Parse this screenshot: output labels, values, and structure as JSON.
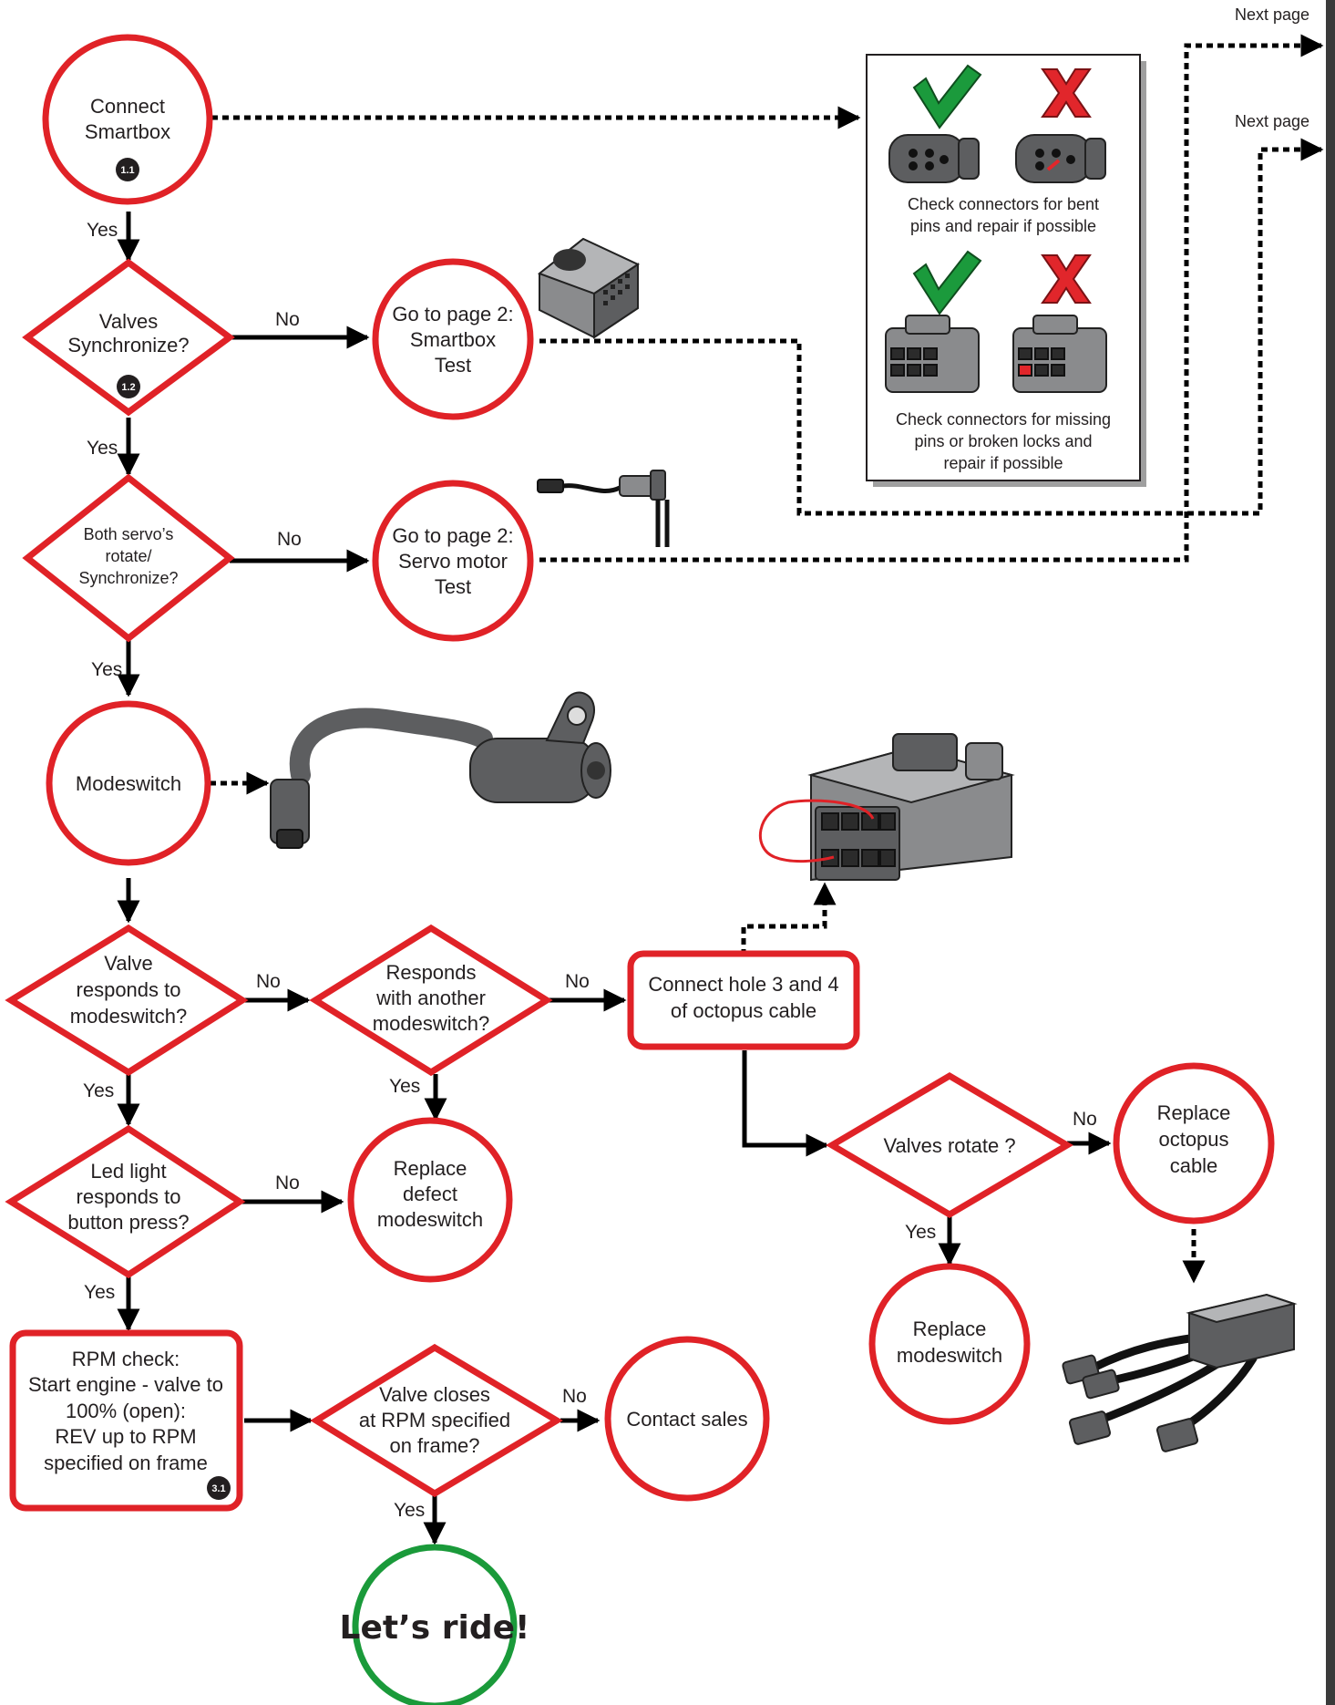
{
  "nodes": {
    "connect": {
      "lines": [
        "Connect",
        "Smartbox"
      ],
      "badge": "1.1"
    },
    "valves_sync": {
      "lines": [
        "Valves",
        "Synchronize?"
      ],
      "badge": "1.2"
    },
    "smartbox_test": {
      "lines": [
        "Go to page 2:",
        "Smartbox",
        "Test"
      ]
    },
    "servos": {
      "lines": [
        "Both servo’s",
        "rotate/",
        "Synchronize?"
      ]
    },
    "servo_test": {
      "lines": [
        "Go to page 2:",
        "Servo motor",
        "Test"
      ]
    },
    "modeswitch": {
      "lines": [
        "Modeswitch"
      ]
    },
    "valve_responds": {
      "lines": [
        "Valve",
        "responds to",
        "modeswitch?"
      ]
    },
    "responds_other": {
      "lines": [
        "Responds",
        "with another",
        "modeswitch?"
      ]
    },
    "connect_hole": {
      "lines": [
        "Connect hole 3 and 4",
        "of octopus cable"
      ]
    },
    "led_light": {
      "lines": [
        "Led light",
        "responds to",
        "button press?"
      ]
    },
    "replace_defect": {
      "lines": [
        "Replace",
        "defect",
        "modeswitch"
      ]
    },
    "valves_rotate": {
      "lines": [
        "Valves rotate ?"
      ]
    },
    "replace_octopus": {
      "lines": [
        "Replace",
        "octopus",
        "cable"
      ]
    },
    "replace_modeswitch": {
      "lines": [
        "Replace",
        "modeswitch"
      ]
    },
    "rpm_check": {
      "lines": [
        "RPM check:",
        "Start engine - valve to",
        "100% (open):",
        "REV up to RPM",
        "specified on frame"
      ],
      "badge": "3.1"
    },
    "valve_closes": {
      "lines": [
        "Valve closes",
        "at RPM specified",
        "on frame?"
      ]
    },
    "contact_sales": {
      "lines": [
        "Contact sales"
      ]
    },
    "lets_ride": {
      "lines": [
        "Let’s ride!"
      ]
    }
  },
  "edge_labels": {
    "yes": "Yes",
    "no": "No",
    "next_page": "Next page"
  },
  "info_panel": {
    "bent_pins": [
      "Check connectors for bent",
      "pins and repair if possible"
    ],
    "missing_pins": [
      "Check connectors for missing",
      "pins or broken locks and",
      "repair if possible"
    ]
  },
  "colors": {
    "red": "#e02227",
    "green": "#1a9a3a",
    "check_green": "#1b9a3c",
    "cross_red": "#e1262b"
  }
}
